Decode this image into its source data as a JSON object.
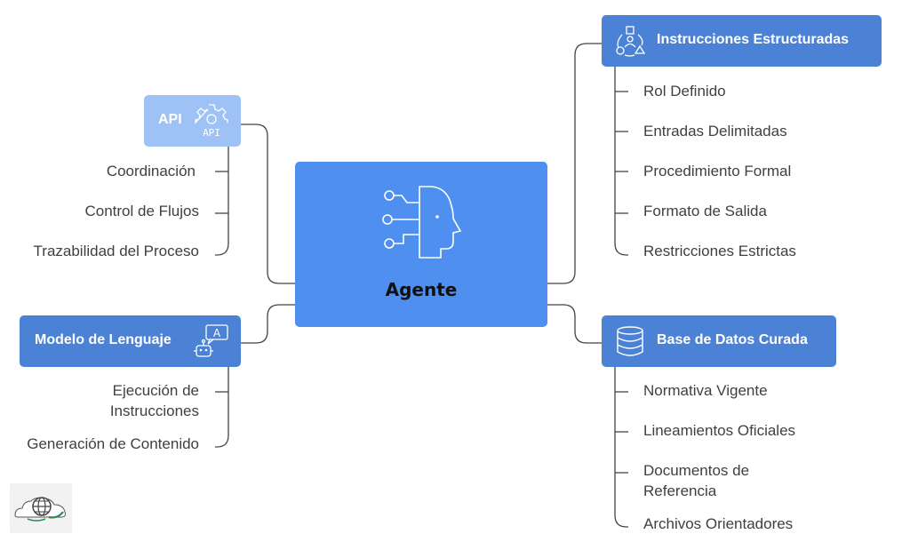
{
  "center": {
    "label": "Agente",
    "icon": "ai-head-icon"
  },
  "branches": {
    "api": {
      "label": "API",
      "icon": "api-gear-icon",
      "icon_text": "API",
      "items": [
        "Coordinación",
        "Control de Flujos",
        "Trazabilidad del Proceso"
      ]
    },
    "instrucciones": {
      "label": "Instrucciones Estructuradas",
      "icon": "structure-shapes-icon",
      "items": [
        "Rol Definido",
        "Entradas Delimitadas",
        "Procedimiento Formal",
        "Formato de Salida",
        "Restricciones Estrictas"
      ]
    },
    "modelo": {
      "label": "Modelo de Lenguaje",
      "icon": "chat-bot-icon",
      "icon_text": "A",
      "items": [
        [
          "Ejecución de",
          "Instrucciones"
        ],
        "Generación de Contenido"
      ]
    },
    "base": {
      "label": "Base de Datos Curada",
      "icon": "database-icon",
      "items": [
        "Normativa Vigente",
        "Lineamientos Oficiales",
        [
          "Documentos de",
          "Referencia"
        ],
        "Archivos Orientadores"
      ]
    }
  },
  "logo": {
    "icon": "globe-cloud-logo-icon"
  },
  "colors": {
    "dark_box": "#4c82d6",
    "light_box": "#9ec2f5",
    "center_box": "#4f8ff0",
    "connector": "#444444",
    "leaf_text": "#404040"
  }
}
